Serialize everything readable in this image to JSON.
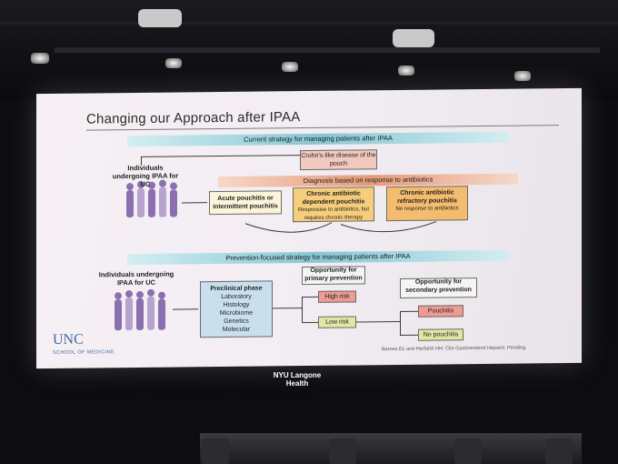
{
  "slide": {
    "title": "Changing our Approach after IPAA",
    "current_band": "Current strategy for managing patients after IPAA",
    "diag_band": "Diagnosis based on response to antibiotics",
    "prevention_band": "Prevention-focused strategy for managing patients after IPAA",
    "individuals_1": "Individuals undergoing IPAA for UC",
    "individuals_2": "Individuals undergoing IPAA for UC",
    "crohns": "Crohn's-like disease of the pouch",
    "acute": "Acute pouchitis or intermittent pouchitis",
    "chronic_dep_title": "Chronic antibiotic dependent pouchitis",
    "chronic_dep_sub": "Responsive to antibiotics, but requires chronic therapy",
    "chronic_ref_title": "Chronic antibiotic refractory pouchitis",
    "chronic_ref_sub": "No response to antibiotics",
    "preclinical_title": "Preclinical phase",
    "preclinical_items": [
      "Laboratory",
      "Histology",
      "Microbiome",
      "Genetics",
      "Molecular"
    ],
    "opp_primary": "Opportunity for primary prevention",
    "opp_secondary": "Opportunity for secondary prevention",
    "high_risk": "High risk",
    "low_risk": "Low risk",
    "pouchitis": "Pouchitis",
    "no_pouchitis": "No pouchitis",
    "logo": "UNC",
    "logo_sub": "SCHOOL OF MEDICINE",
    "citation": "Barnes EL and Herfarth HH. Clin Gastroenterol Hepatol. Pending."
  },
  "venue": {
    "logo_line1": "NYU Langone",
    "logo_line2": "Health"
  },
  "colors": {
    "teal_band": "#86c7d3",
    "orange_band": "#e59a78",
    "high_risk": "#ee9b93",
    "low_risk": "#dfe7a4",
    "preclinical": "#c9dfee",
    "people": "#8c6fb0"
  }
}
